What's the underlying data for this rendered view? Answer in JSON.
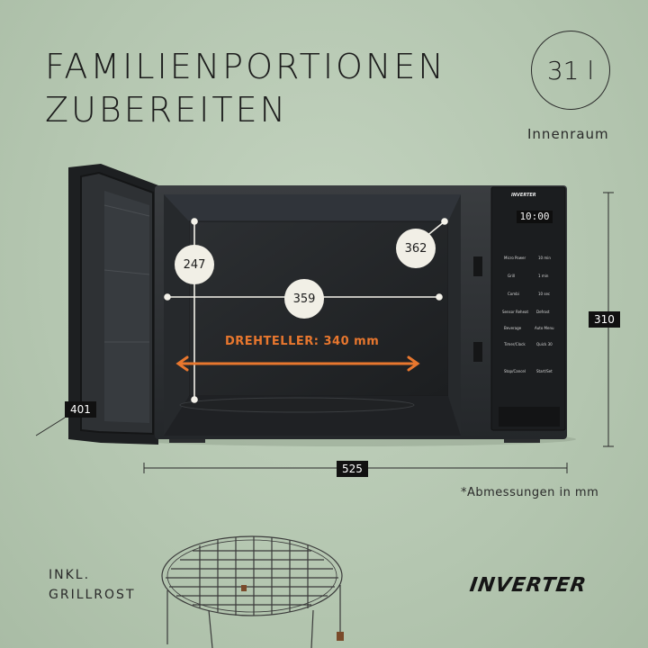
{
  "headline": {
    "line1": "FAMILIENPORTIONEN",
    "line2": "ZUBEREITEN"
  },
  "volume": {
    "value": "31 l",
    "label": "Innenraum"
  },
  "dimensions": {
    "width": "525",
    "height": "310",
    "depth": "401",
    "interior_height": "247",
    "interior_width": "359",
    "interior_depth": "362",
    "turntable": "DREHTELLER: 340 mm"
  },
  "note": "*Abmessungen in mm",
  "accessory": {
    "line1": "INKL.",
    "line2": "GRILLROST"
  },
  "brand": "INVERTER",
  "control_panel": {
    "clock": "10:00",
    "brand": "INVERTER",
    "buttons": [
      "Micro Power",
      "10 min",
      "Grill",
      "1 min",
      "Combi",
      "10 sec",
      "Sensor Reheat",
      "Defrost",
      "Beverage",
      "Auto Menu",
      "Timer/Clock",
      "Quick 30",
      "Stop/Cancel",
      "Start/Set"
    ]
  },
  "colors": {
    "accent": "#e8772e",
    "background": "#b8cab4",
    "appliance": "#2b2e31"
  }
}
